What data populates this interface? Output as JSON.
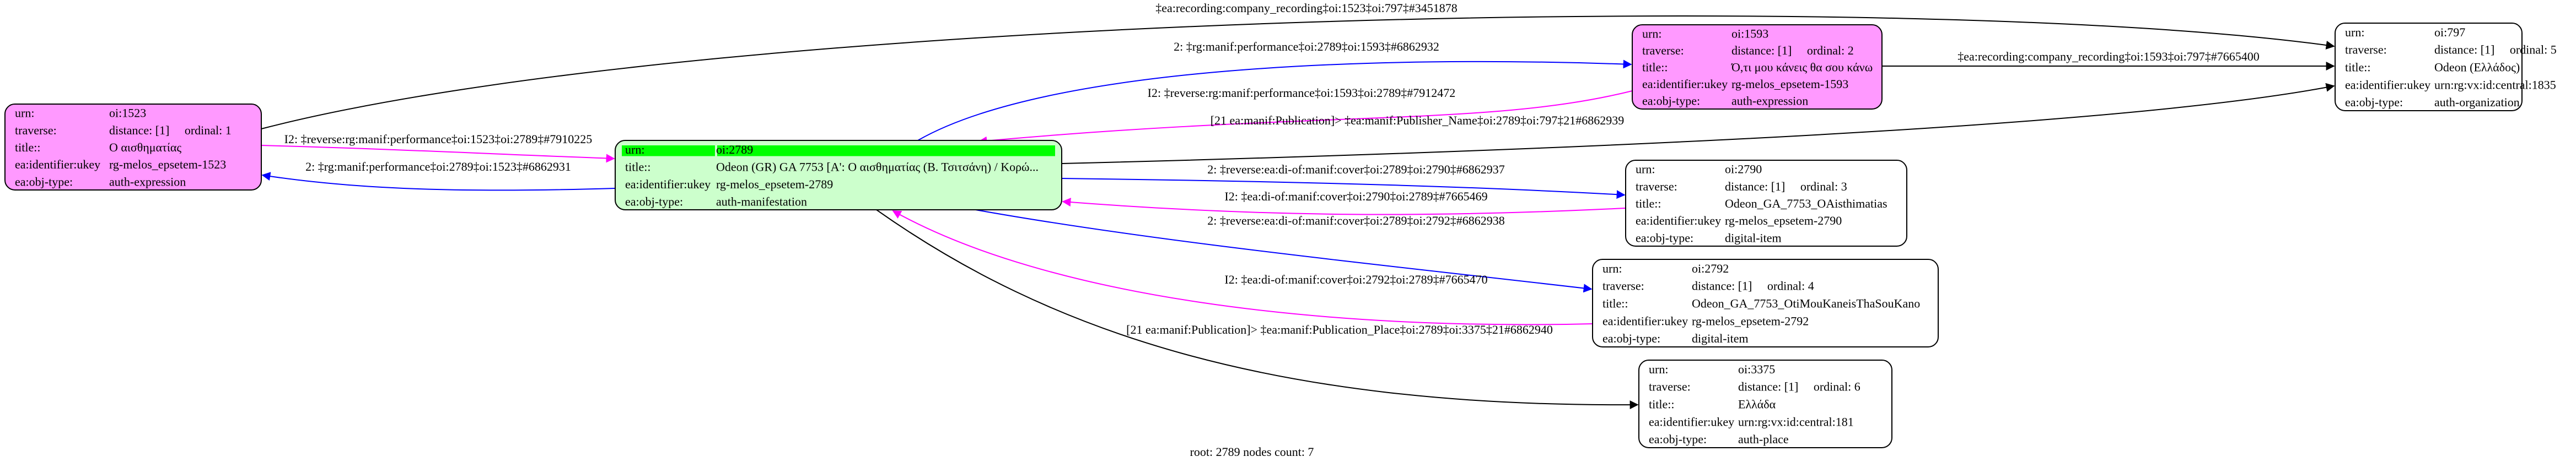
{
  "colors": {
    "expression_fill": "#ff99ff",
    "root_fill": "#ccffcc",
    "root_header": "#00ff00",
    "default_fill": "#ffffff",
    "forward_edge": "#0000ff",
    "reverse_edge": "#ff00ff",
    "relation_edge": "#000000"
  },
  "nodes": [
    {
      "id": "n1523",
      "fill": "#ff99ff",
      "rows": [
        [
          "urn:",
          "oi:1523"
        ],
        [
          "traverse:",
          "distance: [1]     ordinal: 1"
        ],
        [
          "title::",
          "Ο αισθηματίας"
        ],
        [
          "ea:identifier:ukey",
          "rg-melos_epsetem-1523"
        ],
        [
          "ea:obj-type:",
          "auth-expression"
        ]
      ]
    },
    {
      "id": "n2789",
      "fill": "#ccffcc",
      "root": true,
      "rows": [
        [
          "urn:",
          "oi:2789"
        ],
        [
          "title::",
          "Odeon (GR) GA 7753 [A': Ο αισθηματίας (Β. Τσιτσάνη) / Κορώ..."
        ],
        [
          "ea:identifier:ukey",
          "rg-melos_epsetem-2789"
        ],
        [
          "ea:obj-type:",
          "auth-manifestation"
        ]
      ]
    },
    {
      "id": "n1593",
      "fill": "#ff99ff",
      "rows": [
        [
          "urn:",
          "oi:1593"
        ],
        [
          "traverse:",
          "distance: [1]     ordinal: 2"
        ],
        [
          "title::",
          "Ό,τι μου κάνεις θα σου κάνω"
        ],
        [
          "ea:identifier:ukey",
          "rg-melos_epsetem-1593"
        ],
        [
          "ea:obj-type:",
          "auth-expression"
        ]
      ]
    },
    {
      "id": "n797",
      "fill": "#ffffff",
      "rows": [
        [
          "urn:",
          "oi:797"
        ],
        [
          "traverse:",
          "distance: [1]     ordinal: 5"
        ],
        [
          "title::",
          "Odeon (Ελλάδος)"
        ],
        [
          "ea:identifier:ukey",
          "urn:rg:vx:id:central:1835"
        ],
        [
          "ea:obj-type:",
          "auth-organization"
        ]
      ]
    },
    {
      "id": "n2790",
      "fill": "#ffffff",
      "rows": [
        [
          "urn:",
          "oi:2790"
        ],
        [
          "traverse:",
          "distance: [1]     ordinal: 3"
        ],
        [
          "title::",
          "Odeon_GA_7753_OAisthimatias"
        ],
        [
          "ea:identifier:ukey",
          "rg-melos_epsetem-2790"
        ],
        [
          "ea:obj-type:",
          "digital-item"
        ]
      ]
    },
    {
      "id": "n2792",
      "fill": "#ffffff",
      "rows": [
        [
          "urn:",
          "oi:2792"
        ],
        [
          "traverse:",
          "distance: [1]     ordinal: 4"
        ],
        [
          "title::",
          "Odeon_GA_7753_OtiMouKaneisThaSouKano"
        ],
        [
          "ea:identifier:ukey",
          "rg-melos_epsetem-2792"
        ],
        [
          "ea:obj-type:",
          "digital-item"
        ]
      ]
    },
    {
      "id": "n3375",
      "fill": "#ffffff",
      "rows": [
        [
          "urn:",
          "oi:3375"
        ],
        [
          "traverse:",
          "distance: [1]     ordinal: 6"
        ],
        [
          "title::",
          "Ελλάδα"
        ],
        [
          "ea:identifier:ukey",
          "urn:rg:vx:id:central:181"
        ],
        [
          "ea:obj-type:",
          "auth-place"
        ]
      ]
    }
  ],
  "edges": [
    {
      "from": "n1523",
      "to": "n797",
      "color": "#000000",
      "label": "‡ea:recording:company_recording‡oi:1523‡oi:797‡#3451878"
    },
    {
      "from": "n1523",
      "to": "n2789",
      "color": "#ff00ff",
      "label": "I2: ‡reverse:rg:manif:performance‡oi:1523‡oi:2789‡#7910225"
    },
    {
      "from": "n2789",
      "to": "n1523",
      "color": "#0000ff",
      "label": "2: ‡rg:manif:performance‡oi:2789‡oi:1523‡#6862931"
    },
    {
      "from": "n2789",
      "to": "n1593",
      "color": "#0000ff",
      "label": "2: ‡rg:manif:performance‡oi:2789‡oi:1593‡#6862932"
    },
    {
      "from": "n1593",
      "to": "n2789",
      "color": "#ff00ff",
      "label": "I2: ‡reverse:rg:manif:performance‡oi:1593‡oi:2789‡#7912472"
    },
    {
      "from": "n1593",
      "to": "n797",
      "color": "#000000",
      "label": "‡ea:recording:company_recording‡oi:1593‡oi:797‡#7665400"
    },
    {
      "from": "n2789",
      "to": "n797",
      "color": "#000000",
      "label": "[21 ea:manif:Publication]> ‡ea:manif:Publisher_Name‡oi:2789‡oi:797‡21#6862939"
    },
    {
      "from": "n2789",
      "to": "n2790",
      "color": "#0000ff",
      "label": "2: ‡reverse:ea:di-of:manif:cover‡oi:2789‡oi:2790‡#6862937"
    },
    {
      "from": "n2790",
      "to": "n2789",
      "color": "#ff00ff",
      "label": "I2: ‡ea:di-of:manif:cover‡oi:2790‡oi:2789‡#7665469"
    },
    {
      "from": "n2789",
      "to": "n2792",
      "color": "#0000ff",
      "label": "2: ‡reverse:ea:di-of:manif:cover‡oi:2789‡oi:2792‡#6862938"
    },
    {
      "from": "n2792",
      "to": "n2789",
      "color": "#ff00ff",
      "label": "I2: ‡ea:di-of:manif:cover‡oi:2792‡oi:2789‡#7665470"
    },
    {
      "from": "n2789",
      "to": "n3375",
      "color": "#000000",
      "label": "[21 ea:manif:Publication]> ‡ea:manif:Publication_Place‡oi:2789‡oi:3375‡21#6862940"
    }
  ],
  "caption": "root: 2789 nodes count: 7"
}
